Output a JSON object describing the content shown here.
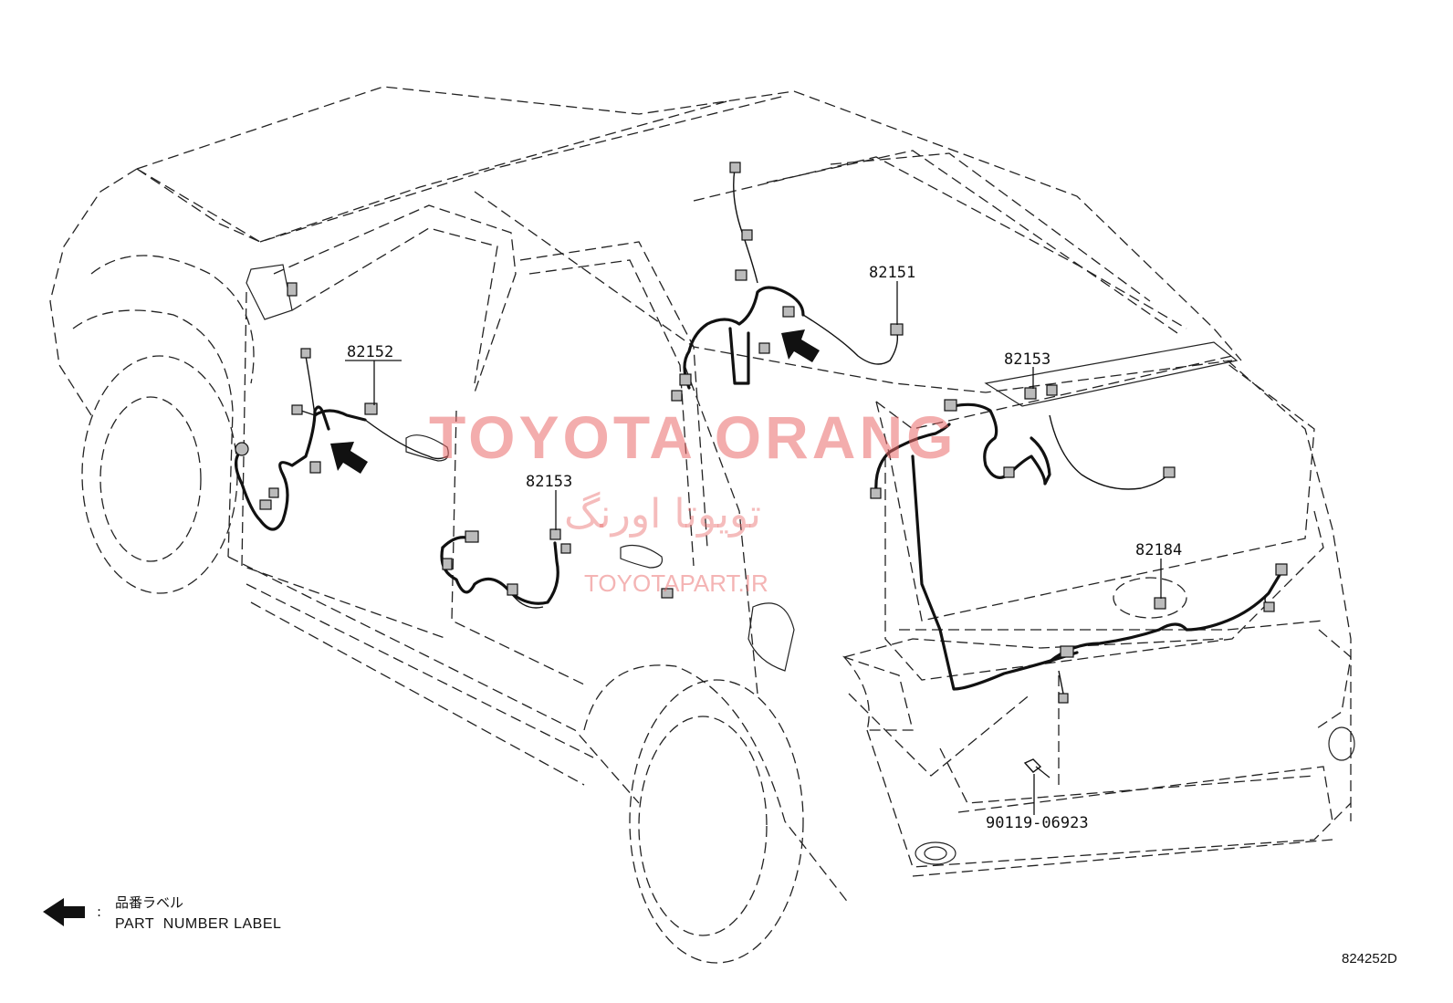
{
  "diagram_id": "824252D",
  "part_numbers": {
    "p82152": "82152",
    "p82151": "82151",
    "p82153_roof": "82153",
    "p82153_door": "82153",
    "p82184": "82184",
    "p90119": "90119-06923"
  },
  "legend": {
    "label_jp": "品番ラベル",
    "label_en": "PART  NUMBER LABEL",
    "separator": ":"
  },
  "watermark": {
    "brand": "TOYOTA ORANG",
    "persian": "تویوتا اورنگ",
    "url": "TOYOTAPART.IR"
  },
  "colors": {
    "line": "#111111",
    "watermark": "#e96a6a"
  }
}
